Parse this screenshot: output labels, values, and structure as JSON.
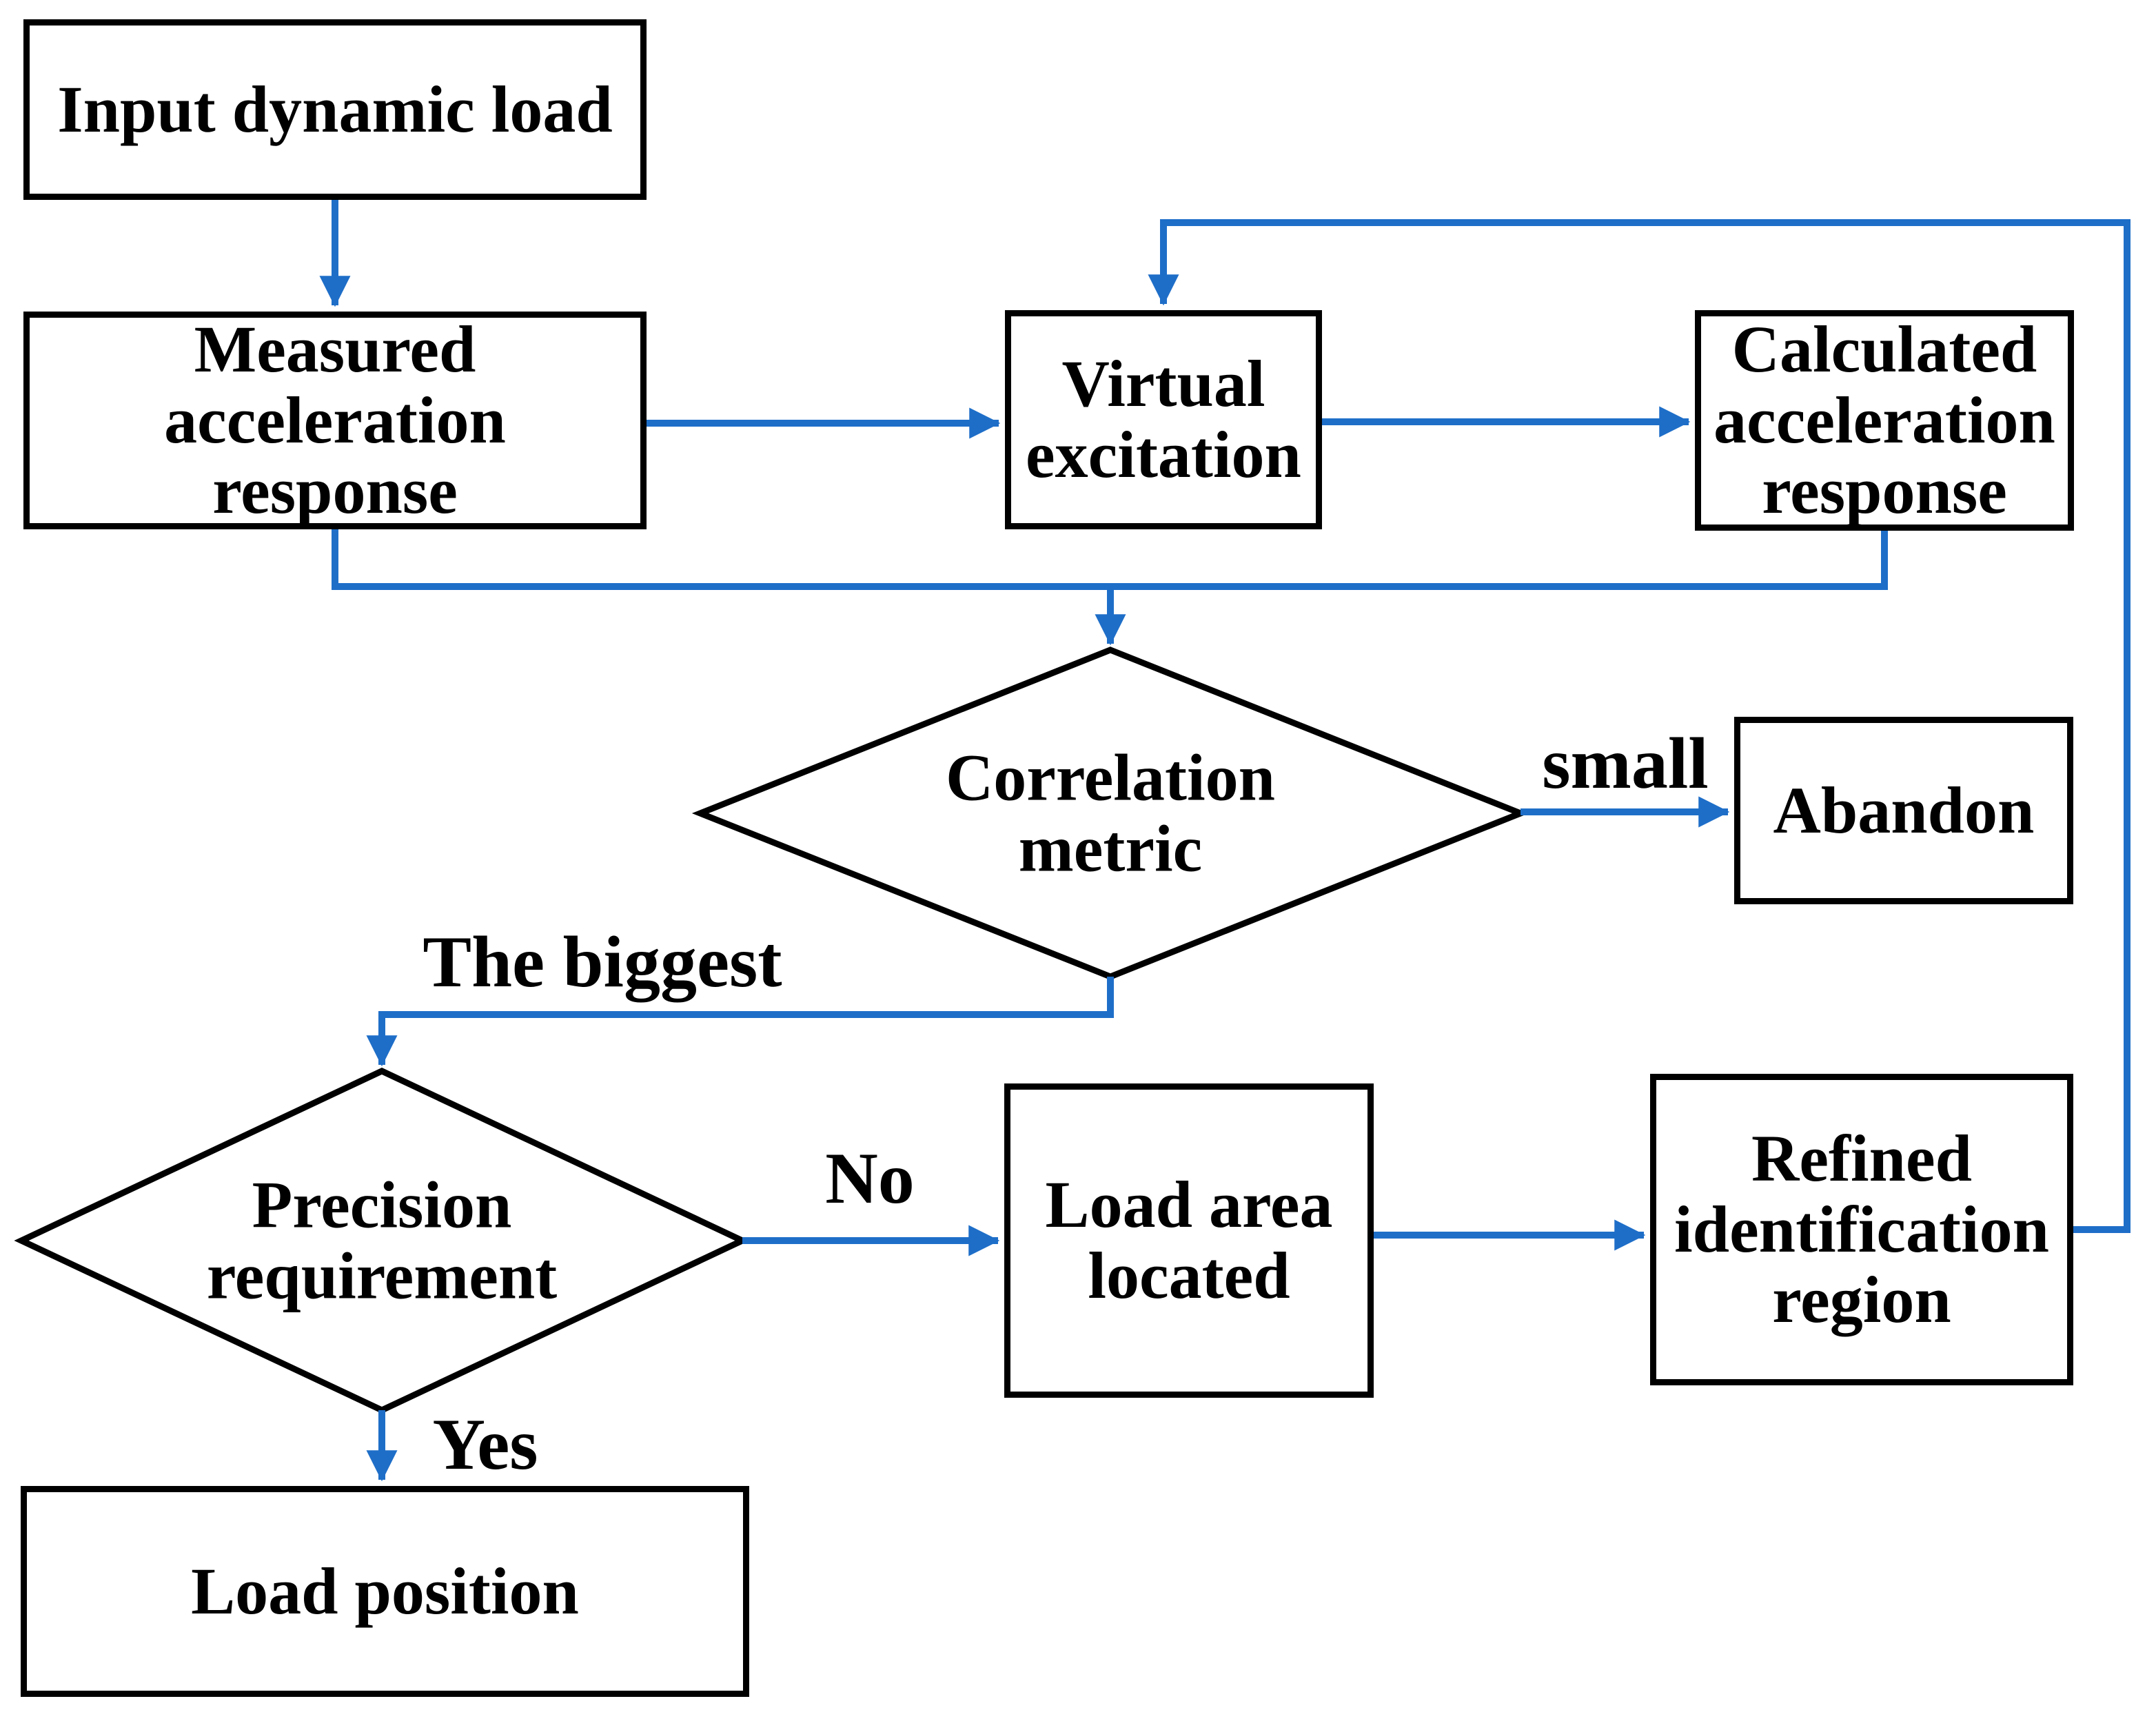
{
  "diagram": {
    "colors": {
      "arrow": "#1e6ec8",
      "node_border": "#000000",
      "node_fill": "#ffffff",
      "text": "#000000",
      "background": "#ffffff"
    },
    "nodes": {
      "input": {
        "label": "Input dynamic load"
      },
      "measured": {
        "label": "Measured\nacceleration\nresponse"
      },
      "virtual": {
        "label": "Virtual\nexcitation"
      },
      "calculated": {
        "label": "Calculated\nacceleration\nresponse"
      },
      "correlation": {
        "label": "Correlation\nmetric"
      },
      "abandon": {
        "label": "Abandon"
      },
      "precision": {
        "label": "Precision\nrequirement"
      },
      "load_area": {
        "label": "Load area\nlocated"
      },
      "refined": {
        "label": "Refined\nidentification\nregion"
      },
      "load_position": {
        "label": "Load position"
      }
    },
    "edge_labels": {
      "small": "small",
      "biggest": "The biggest",
      "no": "No",
      "yes": "Yes"
    }
  }
}
